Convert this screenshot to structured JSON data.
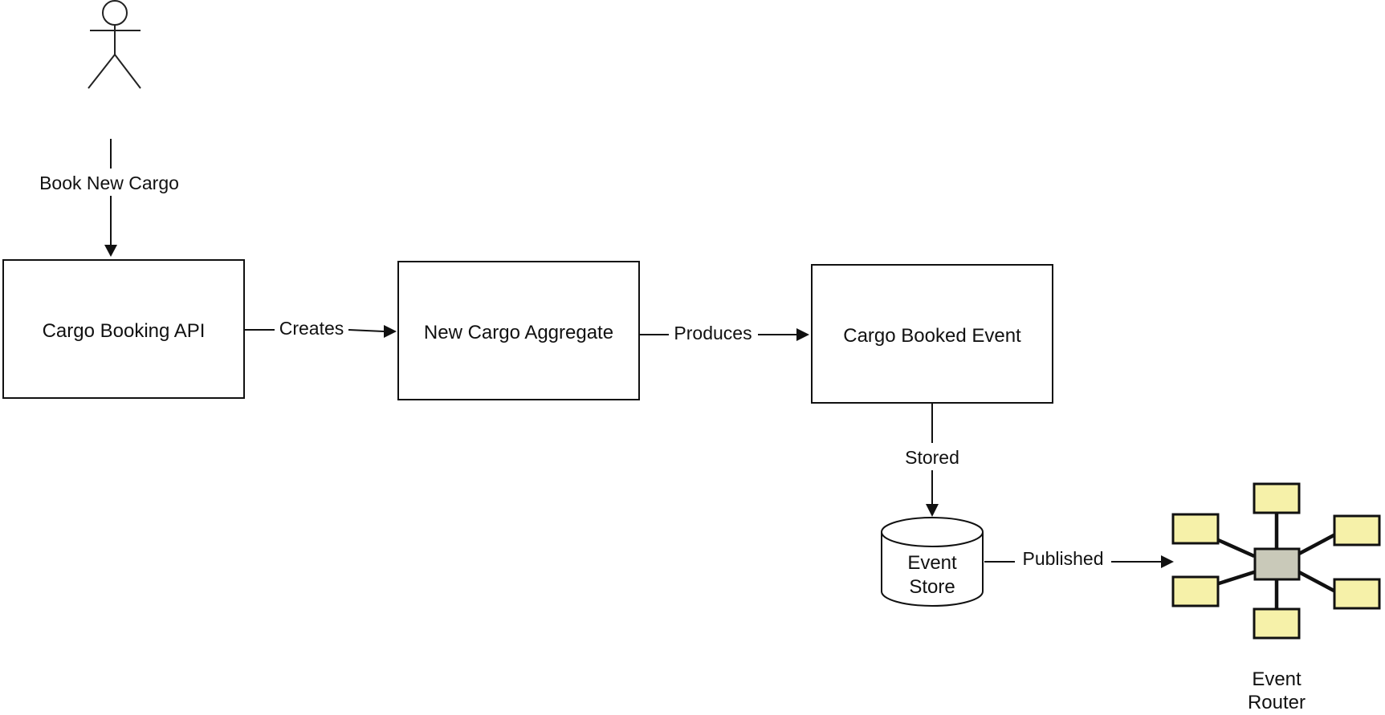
{
  "diagram": {
    "actor": {
      "label": ""
    },
    "edges": {
      "book": "Book New Cargo",
      "creates": "Creates",
      "produces": "Produces",
      "stored": "Stored",
      "published": "Published"
    },
    "nodes": {
      "cargo_booking_api": "Cargo Booking API",
      "new_cargo_aggregate": "New Cargo Aggregate",
      "cargo_booked_event": "Cargo Booked Event",
      "event_store": {
        "line1": "Event",
        "line2": "Store"
      },
      "event_router": {
        "line1": "Event",
        "line2": "Router"
      }
    },
    "colors": {
      "stroke": "#111111",
      "router_leaf_fill": "#f6f1a9",
      "router_hub_fill": "#c9c9b9",
      "background": "#ffffff"
    }
  }
}
